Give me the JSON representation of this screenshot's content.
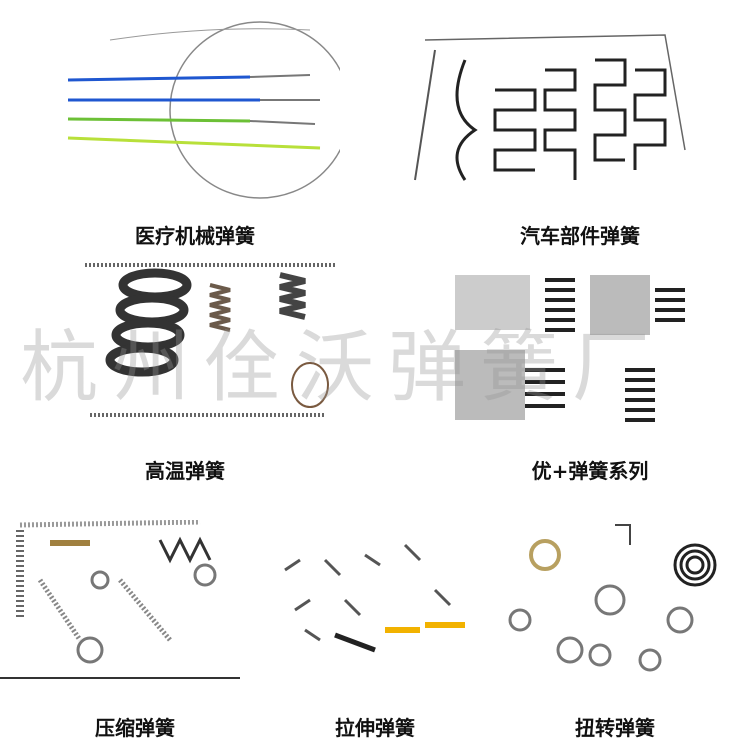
{
  "captions": {
    "medical": "医疗机械弹簧",
    "automotive": "汽车部件弹簧",
    "high_temp": "高温弹簧",
    "youplus": "优+弹簧系列",
    "compression": "压缩弹簧",
    "extension": "拉伸弹簧",
    "torsion": "扭转弹簧"
  },
  "watermark": "杭州佺沃弹簧厂"
}
